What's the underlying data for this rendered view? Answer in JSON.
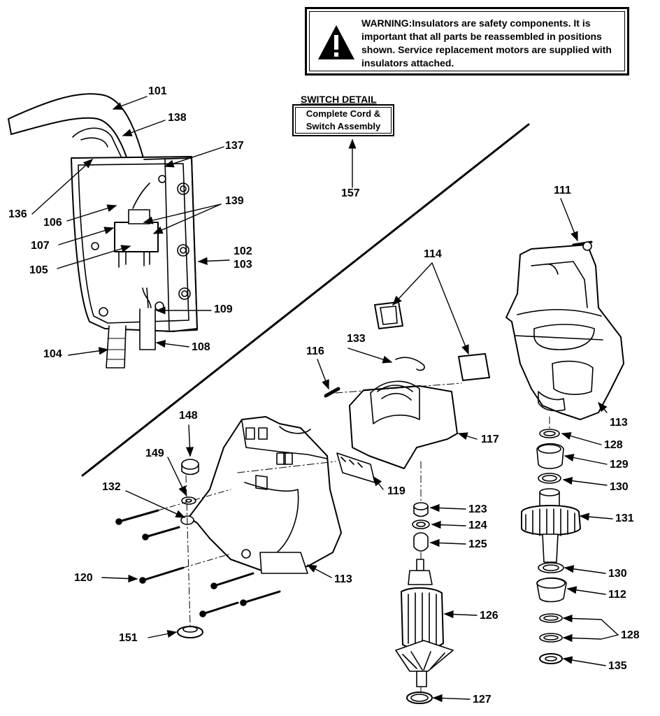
{
  "warning": {
    "text": "WARNING:Insulators are safety components.  It is important that all parts be reassembled in positions shown.  Service replacement motors are supplied with insulators attached."
  },
  "switch_detail": {
    "title": "SWITCH DETAIL",
    "line1": "Complete Cord &",
    "line2": "Switch Assembly"
  },
  "labels": {
    "l101": "101",
    "l138": "138",
    "l137": "137",
    "l136": "136",
    "l106": "106",
    "l139": "139",
    "l107": "107",
    "l105": "105",
    "l102": "102",
    "l103": "103",
    "l109": "109",
    "l104": "104",
    "l108": "108",
    "l157": "157",
    "l111": "111",
    "l114": "114",
    "l133": "133",
    "l116": "116",
    "l117": "117",
    "l113a": "113",
    "l113b": "113",
    "l148": "148",
    "l149": "149",
    "l132": "132",
    "l119": "119",
    "l123": "123",
    "l124": "124",
    "l125": "125",
    "l128a": "128",
    "l129": "129",
    "l130a": "130",
    "l131": "131",
    "l120": "120",
    "l130b": "130",
    "l112": "112",
    "l126": "126",
    "l151": "151",
    "l128b": "128",
    "l135": "135",
    "l127": "127"
  }
}
